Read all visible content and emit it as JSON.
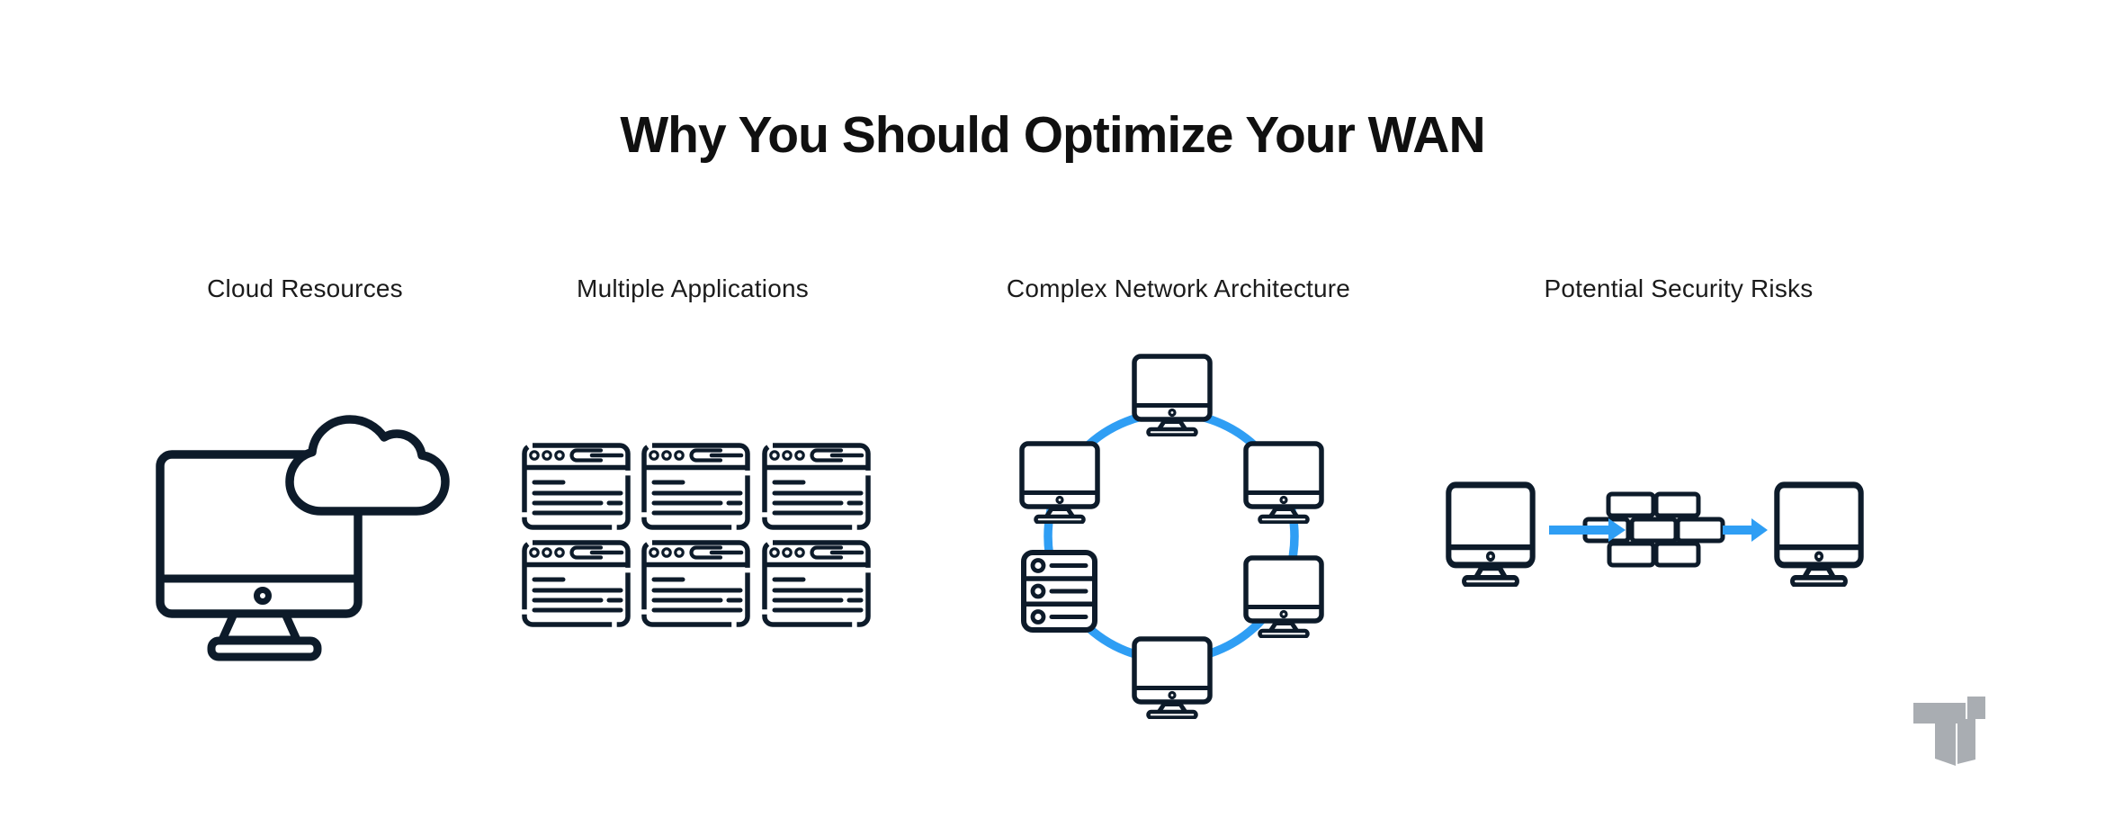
{
  "title": "Why You Should Optimize Your WAN",
  "sections": [
    {
      "label": "Cloud Resources",
      "icon": "computer-with-cloud-icon"
    },
    {
      "label": "Multiple Applications",
      "icon": "browser-windows-grid-icon"
    },
    {
      "label": "Complex Network Architecture",
      "icon": "network-ring-icon"
    },
    {
      "label": "Potential Security Risks",
      "icon": "firewall-traffic-icon"
    }
  ],
  "network_ring": {
    "nodes": [
      "monitor-top",
      "monitor-upper-left",
      "monitor-upper-right",
      "server-lower-left",
      "monitor-lower-right",
      "monitor-bottom"
    ],
    "connector": "blue-ring"
  },
  "security_flow": {
    "nodes": [
      "monitor-left",
      "firewall-brick-wall",
      "monitor-right"
    ],
    "connectors": [
      "arrow-into-firewall",
      "arrow-out-of-firewall"
    ],
    "brick_count": 7
  },
  "apps_grid": {
    "rows": 2,
    "columns": 3,
    "window_count": 6
  },
  "logo": {
    "name": "tt-monogram-logo"
  },
  "colors": {
    "ink": "#0d1b2a",
    "accent": "#2f9ef4",
    "logo": "#a9adb2",
    "title": "#101010",
    "label": "#1b1b1b",
    "bg": "#ffffff"
  }
}
